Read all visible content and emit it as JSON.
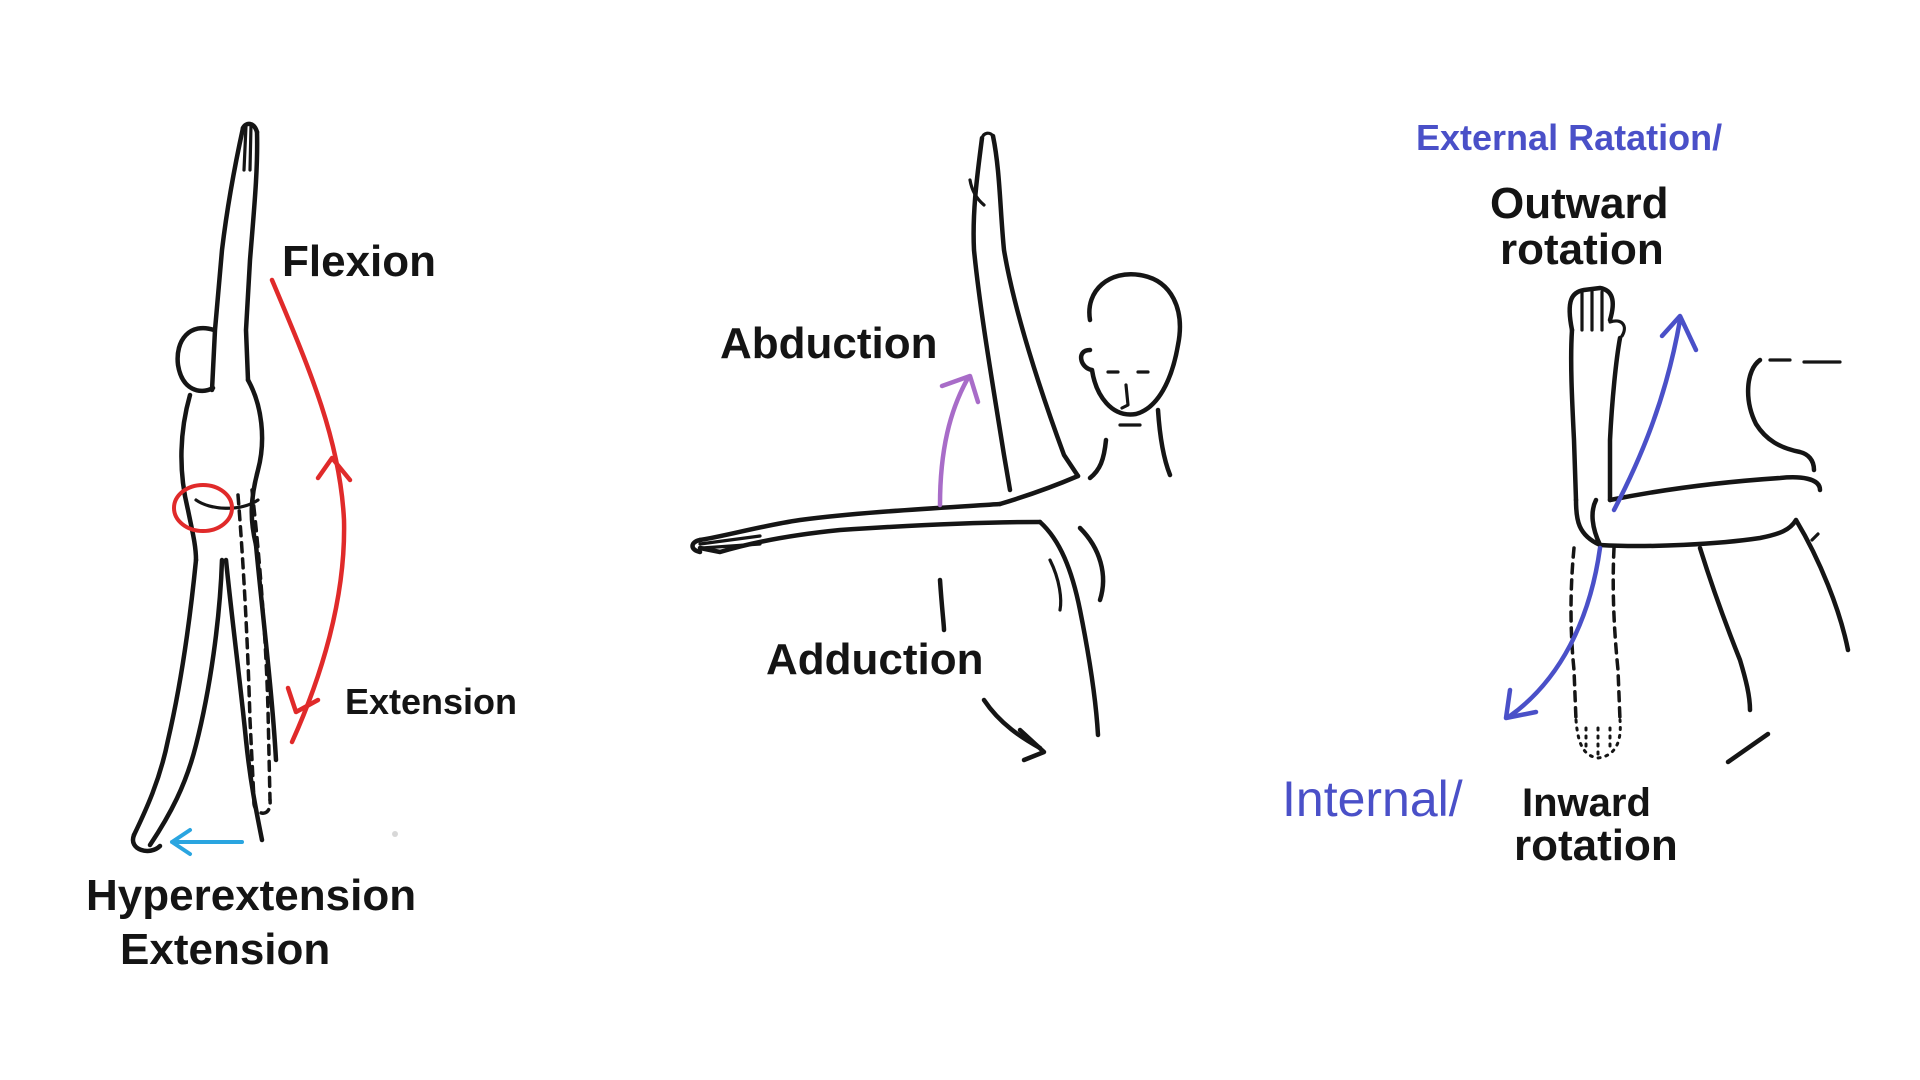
{
  "panels": {
    "sagittal": {
      "flexion": "Flexion",
      "extension_small": "Extension",
      "hyperextension": "Hyperextension",
      "extension": "Extension"
    },
    "frontal": {
      "abduction": "Abduction",
      "adduction": "Adduction"
    },
    "rotation": {
      "external": "External Ratation/",
      "outward_1": "Outward",
      "outward_2": "rotation",
      "internal": "Internal/",
      "inward_1": "Inward",
      "inward_2": "rotation"
    }
  },
  "colors": {
    "flexion_arrow": "#e02a2a",
    "hyperextension_arrow": "#2aa5e0",
    "abduction_arrow": "#a86cc8",
    "rotation_arrow": "#4a50c8",
    "line_art": "#151515"
  }
}
